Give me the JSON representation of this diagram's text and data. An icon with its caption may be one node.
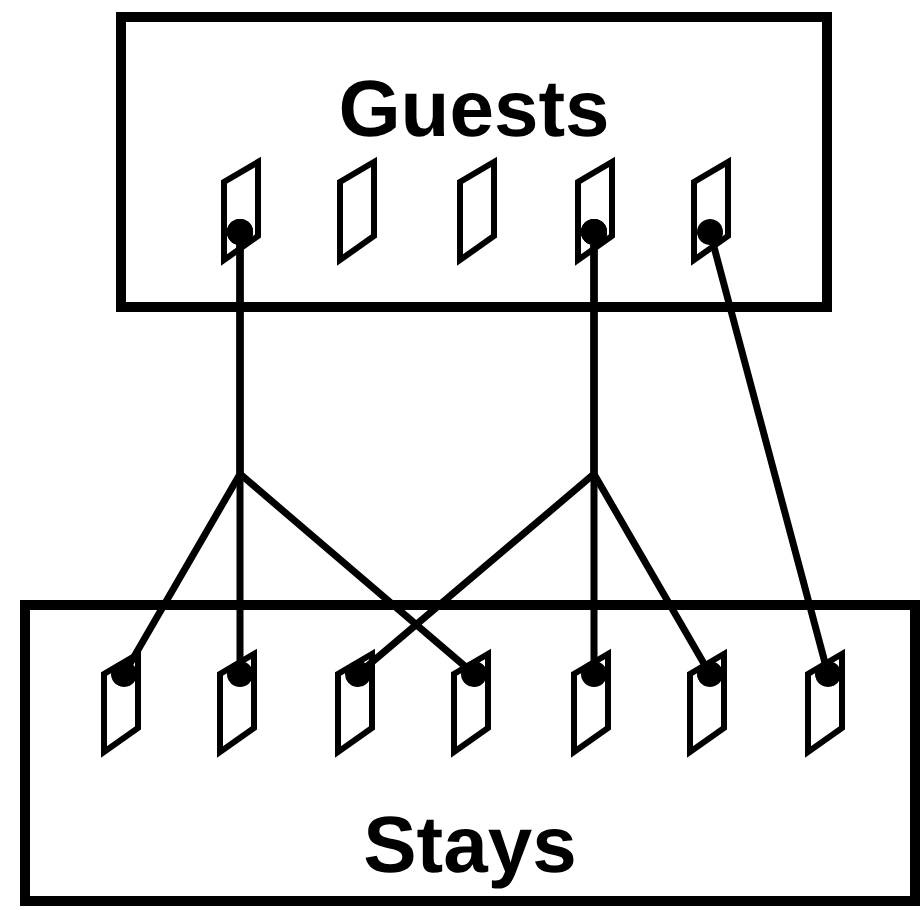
{
  "diagram": {
    "nodes": [
      {
        "text": [
          "Guests"
        ]
      },
      {
        "text": [],
        "shape": "parallelogram",
        "in": 0
      },
      {
        "text": [],
        "shape": "parallelogram",
        "in": 0
      },
      {
        "text": [],
        "shape": "parallelogram",
        "in": 0
      },
      {
        "text": [],
        "shape": "parallelogram",
        "in": 0
      },
      {
        "text": [],
        "shape": "parallelogram",
        "in": 0
      },
      {
        "text": [
          "Stays"
        ]
      },
      {
        "text": [],
        "shape": "parallelogram",
        "in": 6
      },
      {
        "text": [],
        "shape": "parallelogram",
        "in": 6
      },
      {
        "text": [],
        "shape": "parallelogram",
        "in": 6
      },
      {
        "text": [],
        "shape": "parallelogram",
        "in": 6
      },
      {
        "text": [],
        "shape": "parallelogram",
        "in": 6
      },
      {
        "text": [],
        "shape": "parallelogram",
        "in": 6
      },
      {
        "text": [],
        "shape": "parallelogram",
        "in": 6
      }
    ],
    "edges": [
      {
        "from": 1,
        "to": 7,
        "arrow": "other"
      },
      {
        "from": 1,
        "to": 8,
        "arrow": "other"
      },
      {
        "from": 1,
        "to": 10,
        "arrow": "other"
      },
      {
        "from": 4,
        "to": 9,
        "arrow": "other"
      },
      {
        "from": 4,
        "to": 11,
        "arrow": "other"
      },
      {
        "from": 4,
        "to": 12,
        "arrow": "other"
      },
      {
        "from": 5,
        "to": 13,
        "arrow": "other"
      }
    ]
  }
}
